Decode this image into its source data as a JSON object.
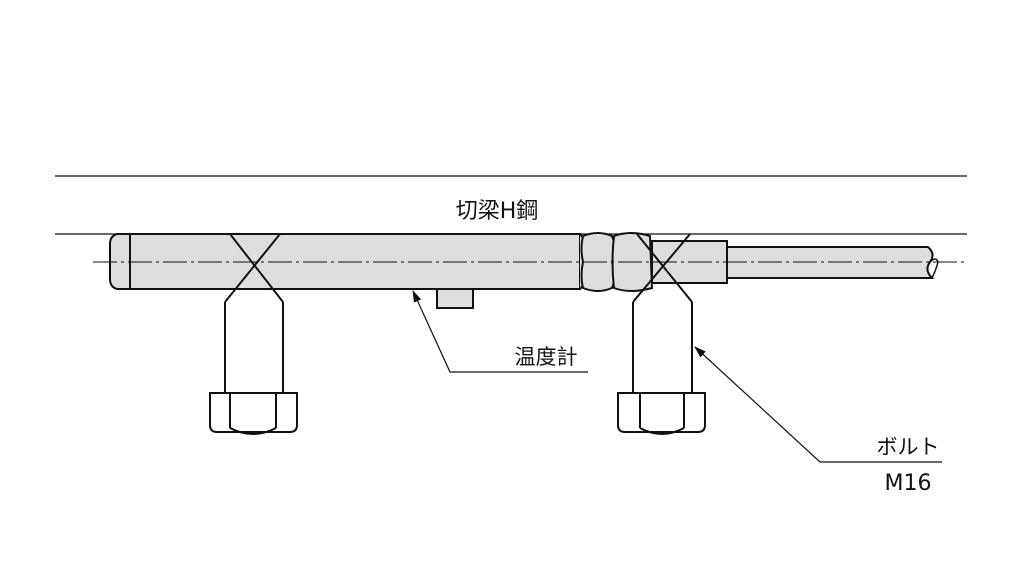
{
  "labels": {
    "beam": "切梁H鋼",
    "thermometer": "温度計",
    "bolt": "ボルト",
    "bolt_size": "M16"
  },
  "colors": {
    "line": "#111111",
    "fill": "#dddddd"
  }
}
